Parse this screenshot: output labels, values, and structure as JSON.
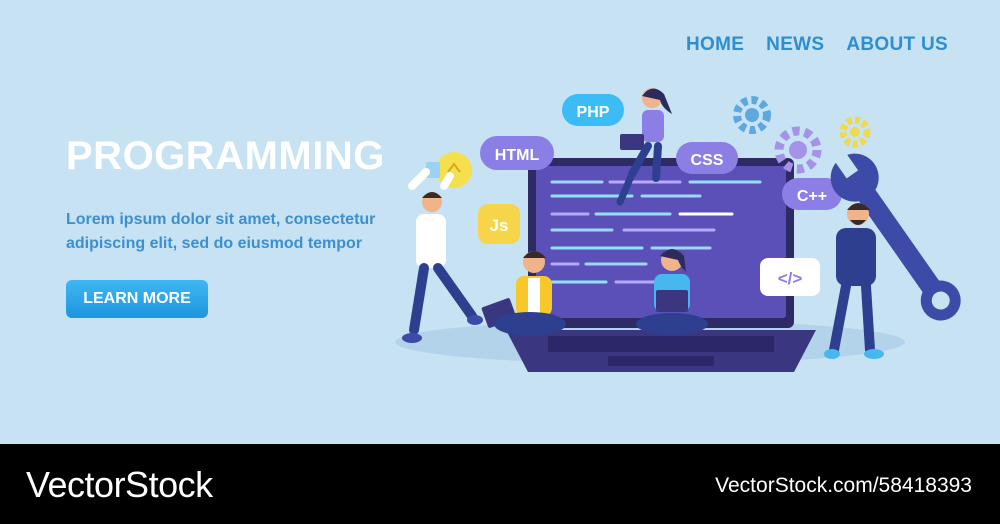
{
  "nav": {
    "items": [
      {
        "label": "HOME"
      },
      {
        "label": "NEWS"
      },
      {
        "label": "ABOUT US"
      }
    ]
  },
  "hero": {
    "title": "PROGRAMMING",
    "body": "Lorem ipsum dolor sit amet, consectetur adipiscing elit, sed do eiusmod tempor",
    "button_label": "LEARN MORE"
  },
  "illustration": {
    "tags": {
      "php": "PHP",
      "html": "HTML",
      "css": "CSS",
      "cpp": "C++",
      "js": "Js",
      "code": "</>"
    }
  },
  "footer": {
    "brand": "VectorStock",
    "image_id": "VectorStock.com/58418393"
  },
  "colors": {
    "background": "#c6e2f3",
    "accent": "#2d8fd1",
    "button": "#1d95df",
    "laptop_screen": "#5b4fb8",
    "tag": "#8b7fe6"
  }
}
